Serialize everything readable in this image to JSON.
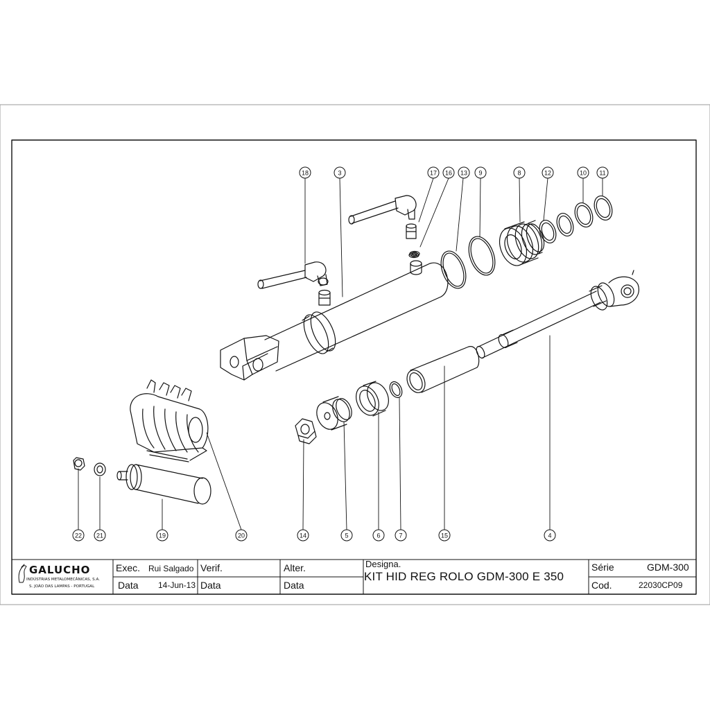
{
  "logo": {
    "name": "GALUCHO",
    "line1": "INDÚSTRIAS METALOMECÂNICAS, S.A.",
    "line2": "S. JOÃO DAS LAMPAS - PORTUGAL"
  },
  "title_block": {
    "exec_label": "Exec.",
    "exec_value": "Rui Salgado",
    "data_label_1": "Data",
    "data_value_1": "14-Jun-13",
    "verif_label": "Verif.",
    "data_label_2": "Data",
    "alter_label": "Alter.",
    "data_label_3": "Data",
    "designation_label": "Designa.",
    "designation_value": "KIT HID REG ROLO GDM-300 E 350",
    "serie_label": "Série",
    "serie_value": "GDM-300",
    "cod_label": "Cod.",
    "cod_value": "22030CP09"
  },
  "callouts_top": [
    "18",
    "3",
    "17",
    "16",
    "13",
    "9",
    "8",
    "12",
    "10",
    "11"
  ],
  "callouts_bottom": [
    "22",
    "21",
    "19",
    "20",
    "14",
    "5",
    "6",
    "7",
    "15",
    "4"
  ]
}
